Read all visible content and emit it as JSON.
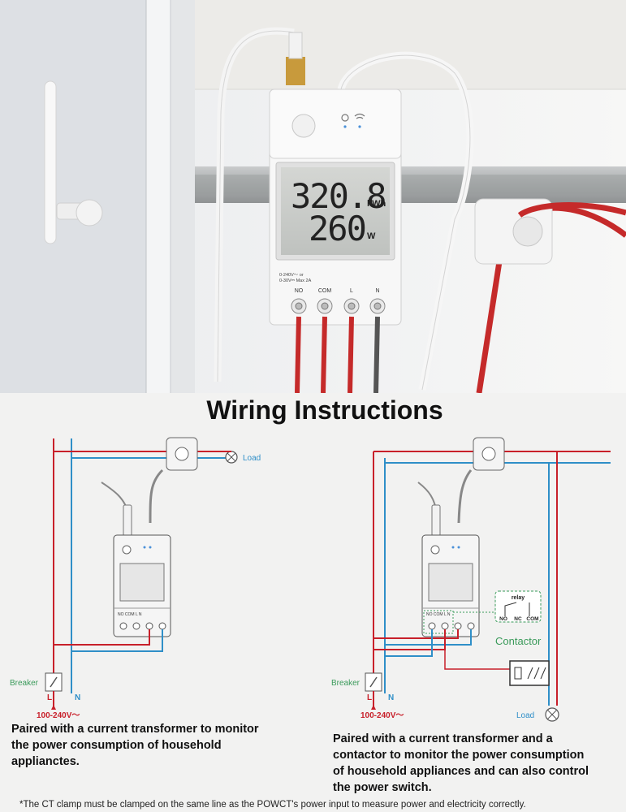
{
  "photo": {
    "lcd_energy": "320.8",
    "lcd_energy_unit": "kWh",
    "lcd_power": "260",
    "lcd_power_unit": "W",
    "rating_line1": "0-240V～ or",
    "rating_line2": "0-30V⎓ Max 2A",
    "terminals": [
      "NO",
      "COM",
      "L",
      "N"
    ]
  },
  "title": "Wiring Instructions",
  "left": {
    "load_label": "Load",
    "breaker_label": "Breaker",
    "l_label": "L",
    "n_label": "N",
    "voltage_label": "100-240V～",
    "caption": [
      "Paired with a current transformer to monitor",
      "the power consumption of household",
      "applianctes."
    ]
  },
  "right": {
    "relay_label": "relay",
    "relay_terminals": [
      "NO",
      "NC",
      "COM"
    ],
    "contactor_label": "Contactor",
    "load_label": "Load",
    "breaker_label": "Breaker",
    "l_label": "L",
    "n_label": "N",
    "voltage_label": "100-240V～",
    "caption": [
      "Paired with a current transformer and a",
      "contactor to monitor the power consumption",
      "of household appliances and can also control",
      "the power switch."
    ]
  },
  "footnote": "*The CT clamp must be clamped on the same line as the POWCT's power input to measure power and electricity correctly.",
  "colors": {
    "live": "#c8202a",
    "neutral": "#2f8fc8",
    "relay_box": "#3a9a5a"
  }
}
